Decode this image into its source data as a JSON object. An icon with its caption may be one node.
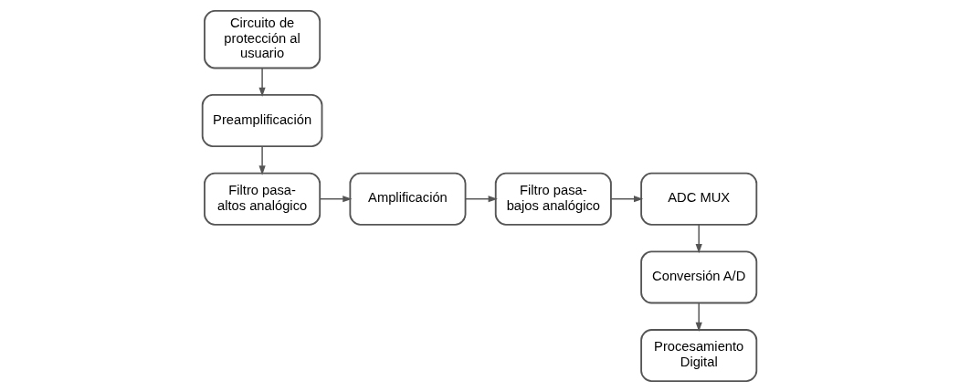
{
  "diagram": {
    "nodes": [
      {
        "text": [
          "Circuito de protección al usuario"
        ]
      },
      {
        "text": [
          "Preamplificación"
        ]
      },
      {
        "text": [
          "Filtro pasa-altos analógico"
        ]
      },
      {
        "text": [
          "Amplificación"
        ]
      },
      {
        "text": [
          "Filtro pasa-bajos analógico"
        ]
      },
      {
        "text": [
          "ADC MUX"
        ]
      },
      {
        "text": [
          "Conversión A/D"
        ]
      },
      {
        "text": [
          "Procesamiento Digital"
        ]
      }
    ],
    "edges": [
      {
        "from": 0,
        "to": 1,
        "arrow": "to"
      },
      {
        "from": 1,
        "to": 2,
        "arrow": "to"
      },
      {
        "from": 2,
        "to": 3,
        "arrow": "to"
      },
      {
        "from": 3,
        "to": 4,
        "arrow": "to"
      },
      {
        "from": 4,
        "to": 5,
        "arrow": "to"
      },
      {
        "from": 5,
        "to": 6,
        "arrow": "to"
      },
      {
        "from": 6,
        "to": 7,
        "arrow": "to"
      }
    ]
  }
}
